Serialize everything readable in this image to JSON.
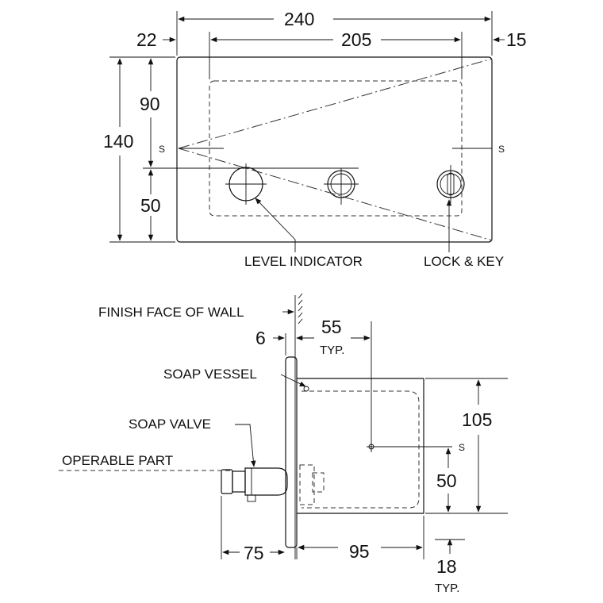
{
  "top_view": {
    "dims": {
      "overall_width": "240",
      "left_offset": "22",
      "inner_width": "205",
      "right_offset": "15",
      "overall_height": "140",
      "upper_height": "90",
      "lower_height": "50"
    },
    "section_mark_left": "S",
    "section_mark_right": "S",
    "labels": {
      "level_indicator": "LEVEL INDICATOR",
      "lock_key": "LOCK & KEY"
    }
  },
  "side_view": {
    "labels": {
      "finish_face": "FINISH FACE OF WALL",
      "soap_vessel": "SOAP VESSEL",
      "soap_valve": "SOAP VALVE",
      "operable_part": "OPERABLE PART"
    },
    "dims": {
      "wall_gap": "6",
      "center_offset": "55",
      "center_offset_note": "TYP.",
      "height": "105",
      "center_height": "50",
      "projection": "75",
      "depth": "95",
      "flange": "18",
      "flange_note": "TYP."
    },
    "section_mark": "S"
  }
}
